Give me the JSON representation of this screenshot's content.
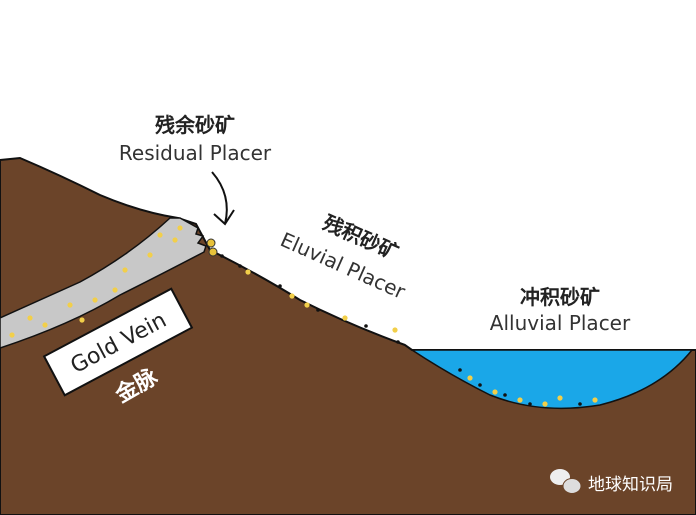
{
  "labels": {
    "residual_cn": "残余砂矿",
    "residual_en": "Residual Placer",
    "eluvial_cn": "残积砂矿",
    "eluvial_en": "Eluvial Placer",
    "alluvial_cn": "冲积砂矿",
    "alluvial_en": "Alluvial Placer",
    "vein_en": "Gold Vein",
    "vein_cn": "金脉"
  },
  "watermark": {
    "text": "地球知识局",
    "icon": "wechat-icon"
  },
  "colors": {
    "earth": "#6b4429",
    "vein": "#c8c8c8",
    "gold": "#f2cf4a",
    "water": "#1aa7e8",
    "text": "#222222"
  }
}
